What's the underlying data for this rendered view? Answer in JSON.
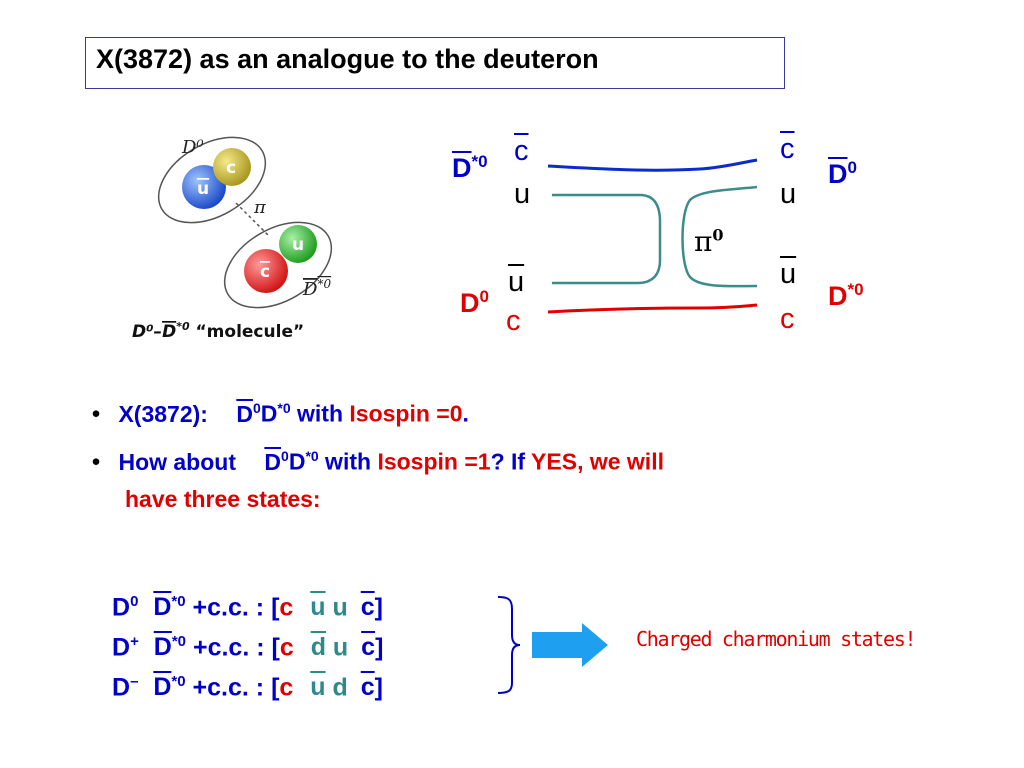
{
  "title": "X(3872) as an analogue to the deuteron",
  "molecule_figure": {
    "top_meson_label": "D⁰",
    "top_quark_1": "c",
    "top_quark_2": "u",
    "pion_label": "π",
    "bottom_quark_1": "c",
    "bottom_quark_2": "u",
    "bottom_meson_label": "D",
    "bottom_meson_sup": "*0",
    "caption_a": "D⁰–",
    "caption_b": "D",
    "caption_c": "*0",
    "caption_d": " “molecule”"
  },
  "quark_diagram": {
    "left_top_label": "D",
    "left_top_sup": "*0",
    "left_top_quark_1": "c",
    "left_top_quark_2": "u",
    "left_bottom_label": "D",
    "left_bottom_sup": "0",
    "left_bottom_quark_1": "u",
    "left_bottom_quark_2": "c",
    "right_top_label": "D",
    "right_top_sup": "0",
    "right_top_quark_1": "c",
    "right_top_quark_2": "u",
    "right_bottom_label": "D",
    "right_bottom_sup": "*0",
    "right_bottom_quark_1": "u",
    "right_bottom_quark_2": "c",
    "pion_label": "π",
    "pion_sup": "0"
  },
  "bullets": [
    {
      "bullet": "•",
      "prefix": "X(3872):",
      "d": "D",
      "sup1": "0",
      "d2": "D",
      "sup2": "*0",
      "with": " with ",
      "isospin": "Isospin =0",
      "end": "."
    },
    {
      "bullet": "•",
      "prefix": "How about",
      "d": "D",
      "sup1": "0",
      "d2": "D",
      "sup2": "*0",
      "with": " with ",
      "isospin": "Isospin =1",
      "q": "? If ",
      "yes": "YES, we will",
      "line2": "have three states:"
    }
  ],
  "states": [
    {
      "a": "D",
      "a_sup": "0",
      "b": "D",
      "b_sup": "*0",
      "cc": " +c.c. : [",
      "q1": "c",
      "q2": "u",
      "q3": "u",
      "q4": "c",
      "close": "]"
    },
    {
      "a": "D",
      "a_sup": "+",
      "b": "D",
      "b_sup": "*0",
      "cc": " +c.c. : [",
      "q1": "c",
      "q2": "d",
      "q3": "u",
      "q4": "c",
      "close": "]"
    },
    {
      "a": "D",
      "a_sup": "–",
      "b": "D",
      "b_sup": "*0",
      "cc": " +c.c. : [",
      "q1": "c",
      "q2": "u",
      "q3": "d",
      "q4": "c",
      "close": "]"
    }
  ],
  "charged_label": "Charged charmonium states!",
  "colors": {
    "blue_line": "#0a2ccf",
    "red_line": "#e00000",
    "teal_line": "#3c8c8c",
    "arrow": "#1e9ff0",
    "title_border": "#3a3a9a"
  }
}
